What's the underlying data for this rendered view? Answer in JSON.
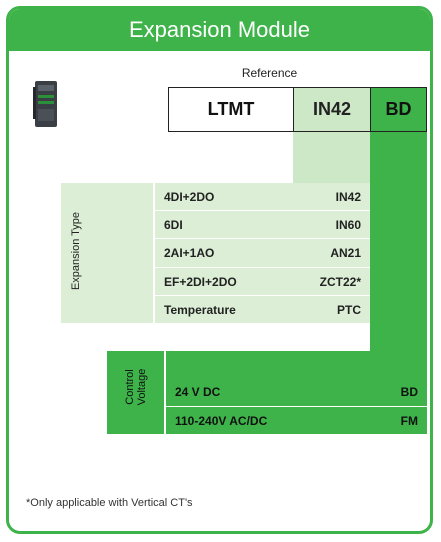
{
  "title": "Expansion Module",
  "reference_label": "Reference",
  "codes": {
    "base": "LTMT",
    "expansion": "IN42",
    "voltage": "BD"
  },
  "expansion_type_label": "Expansion Type",
  "expansion_rows": [
    {
      "name": "4DI+2DO",
      "code": "IN42"
    },
    {
      "name": "6DI",
      "code": "IN60"
    },
    {
      "name": "2AI+1AO",
      "code": "AN21"
    },
    {
      "name": "EF+2DI+2DO",
      "code": "ZCT22*"
    },
    {
      "name": "Temperature",
      "code": "PTC"
    }
  ],
  "control_voltage_label": {
    "line1": "Control",
    "line2": "Voltage"
  },
  "voltage_rows": [
    {
      "name": "24 V DC",
      "code": "BD"
    },
    {
      "name": "110-240V AC/DC",
      "code": "FM"
    }
  ],
  "footnote": "*Only applicable with Vertical CT's",
  "colors": {
    "green": "#3db34a",
    "light_green": "#cde8c7",
    "mid_green": "#dcefd6"
  }
}
